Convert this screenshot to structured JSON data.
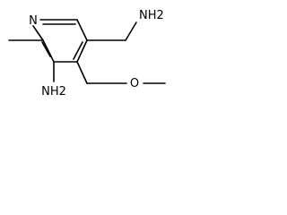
{
  "molecule": {
    "atoms": {
      "ring_nitrogen": "N",
      "aminomethyl": "NH2",
      "oxygen": "O",
      "amino": "NH2"
    }
  }
}
